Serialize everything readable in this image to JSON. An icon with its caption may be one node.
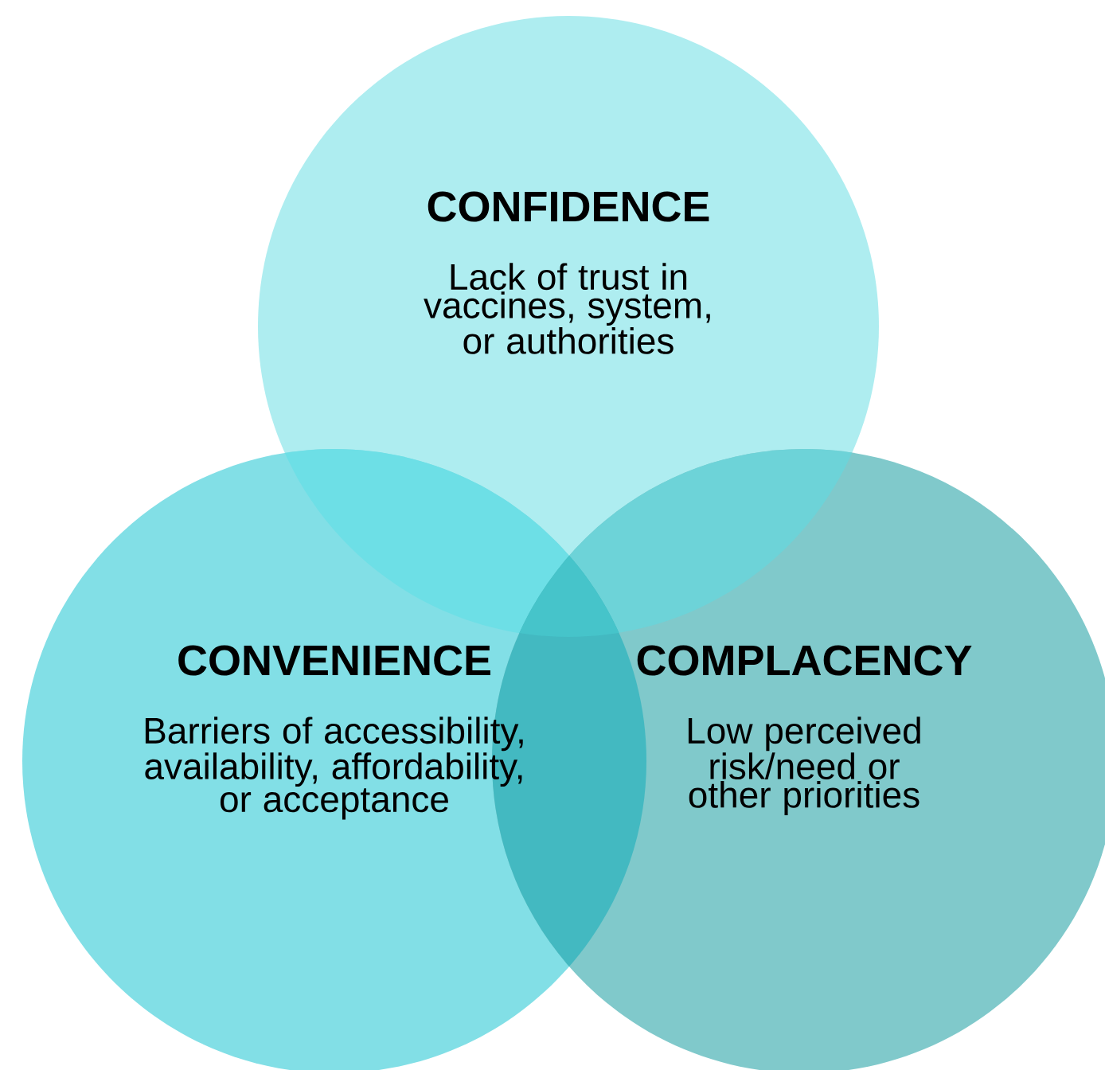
{
  "diagram": {
    "nodes": [
      {
        "text": [
          "CONFIDENCE",
          "Lack of trust in vaccines, system, or authorities"
        ]
      },
      {
        "text": [
          "CONVENIENCE",
          "Barriers of accessibility, availability, affordability, or acceptance"
        ]
      },
      {
        "text": [
          "COMPLACENCY",
          "Low perceived risk/need or other priorities"
        ]
      }
    ]
  }
}
